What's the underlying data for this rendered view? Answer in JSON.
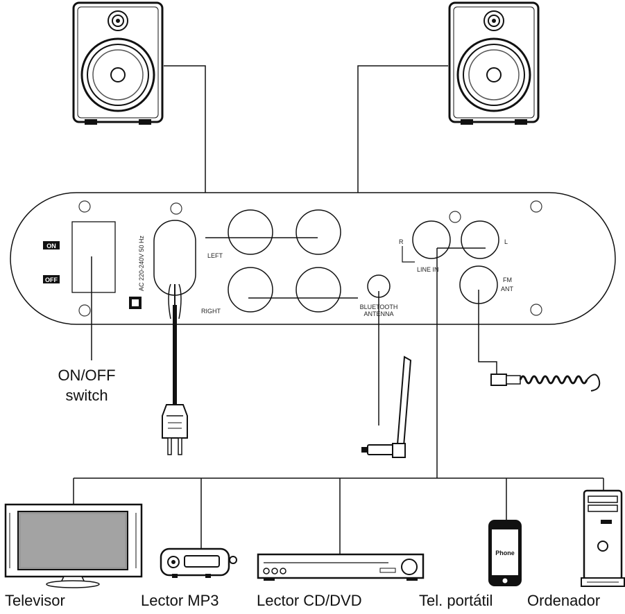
{
  "panel": {
    "on": "ON",
    "off": "OFF",
    "ac": "AC 220-240V 50 Hz",
    "left": "LEFT",
    "right": "RIGHT",
    "r": "R",
    "line_in": "LINE IN",
    "l": "L",
    "fm": "FM",
    "ant": "ANT",
    "bluetooth": "BLUETOOTH",
    "antenna": "ANTENNA"
  },
  "callouts": {
    "switch_line1": "ON/OFF",
    "switch_line2": "switch"
  },
  "devices": {
    "tv": "Televisor",
    "mp3": "Lector MP3",
    "cd": "Lector CD/DVD",
    "phone": "Tel. portátil",
    "pc": "Ordenador",
    "phone_screen": "Phone"
  }
}
